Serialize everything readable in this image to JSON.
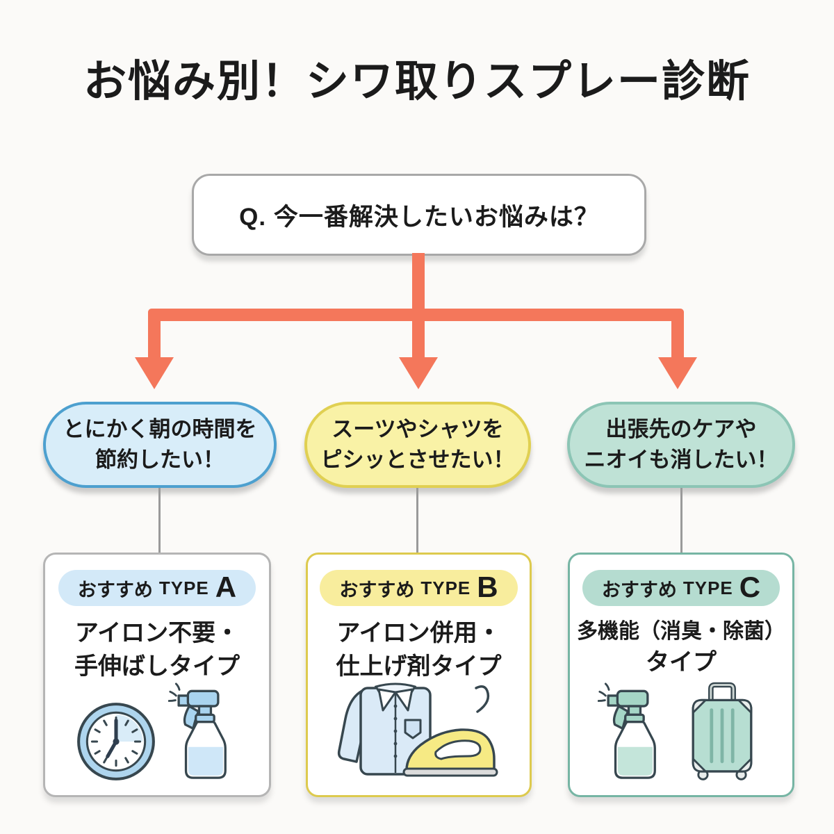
{
  "title": "お悩み別！シワ取りスプレー診断",
  "question": {
    "label": "Q. 今一番解決したいお悩みは？"
  },
  "colors": {
    "background": "#fbfaf8",
    "arrow": "#f4775b",
    "connector": "#9a9a9a",
    "question_border": "#a8a8a8",
    "branch_a": {
      "bubble_fill": "#d8edf9",
      "bubble_border": "#4da0cf",
      "badge_fill": "#d3e9f8",
      "card_border": "#b5b5b5"
    },
    "branch_b": {
      "bubble_fill": "#f9f2a6",
      "bubble_border": "#e0d052",
      "badge_fill": "#f8ed9d",
      "card_border": "#ddca4e"
    },
    "branch_c": {
      "bubble_fill": "#bfe2d6",
      "bubble_border": "#8cc5b5",
      "badge_fill": "#b5dcd0",
      "card_border": "#76b5a4"
    }
  },
  "branches": [
    {
      "bubble": {
        "line1": "とにかく朝の時間を",
        "line2": "節約したい！"
      },
      "badge": {
        "prefix": "おすすめ",
        "type_word": "TYPE",
        "letter": "A"
      },
      "card": {
        "title_line1": "アイロン不要・",
        "title_line2": "手伸ばしタイプ",
        "icons": [
          "clock-icon",
          "spray-bottle-icon"
        ]
      }
    },
    {
      "bubble": {
        "line1": "スーツやシャツを",
        "line2": "ピシッとさせたい！"
      },
      "badge": {
        "prefix": "おすすめ",
        "type_word": "TYPE",
        "letter": "B"
      },
      "card": {
        "title_line1": "アイロン併用・",
        "title_line2": "仕上げ剤タイプ",
        "icons": [
          "shirt-icon",
          "iron-icon"
        ]
      }
    },
    {
      "bubble": {
        "line1": "出張先のケアや",
        "line2": "ニオイも消したい！"
      },
      "badge": {
        "prefix": "おすすめ",
        "type_word": "TYPE",
        "letter": "C"
      },
      "card": {
        "title_line1": "多機能（消臭・除菌）",
        "title_line2": "タイプ",
        "icons": [
          "spray-bottle-icon",
          "suitcase-icon"
        ]
      }
    }
  ]
}
